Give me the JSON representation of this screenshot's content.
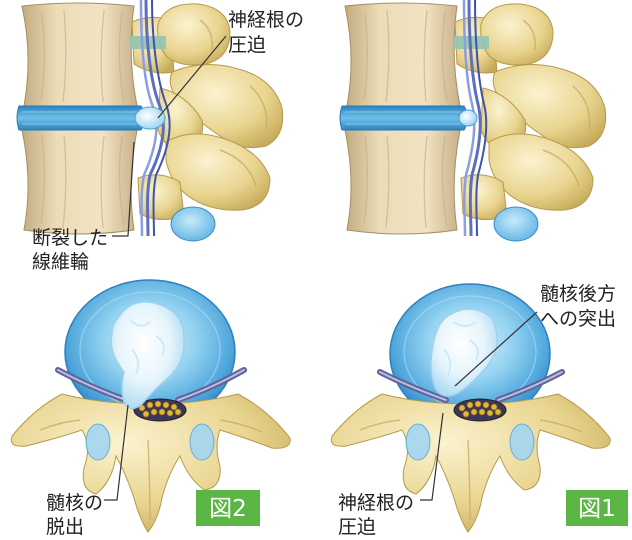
{
  "annotations": {
    "fig2_nerve_root_compression": {
      "line1": "神経根の",
      "line2": "圧迫"
    },
    "fig2_torn_annulus": {
      "line1": "断裂した",
      "line2": "線維輪"
    },
    "fig2_nucleus_extrusion": {
      "line1": "髄核の",
      "line2": "脱出"
    },
    "fig1_nucleus_protrusion": {
      "line1": "髄核後方",
      "line2": "への突出"
    },
    "fig1_nerve_root_compression": {
      "line1": "神経根の",
      "line2": "圧迫"
    }
  },
  "figure_tags": {
    "fig2": "図2",
    "fig1": "図1"
  },
  "colors": {
    "tag_green": "#5cb646",
    "label_text": "#222222",
    "disc_blue": "#4aa3d8",
    "bone_yellow": "#e9d690",
    "nerve_root": "#5c6fbf"
  }
}
